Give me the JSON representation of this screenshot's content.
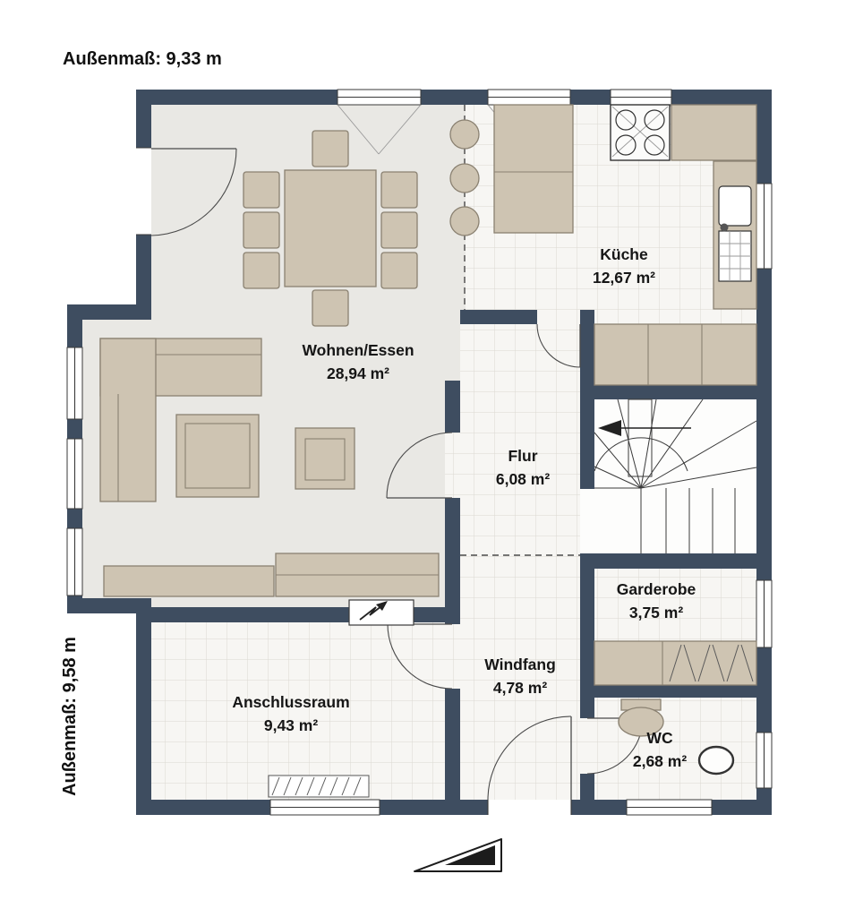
{
  "meta": {
    "dimension_top": "Außenmaß: 9,33 m",
    "dimension_left": "Außenmaß: 9,58 m"
  },
  "rooms": {
    "wohnen_essen": {
      "name": "Wohnen/Essen",
      "area": "28,94 m²"
    },
    "kueche": {
      "name": "Küche",
      "area": "12,67 m²"
    },
    "flur": {
      "name": "Flur",
      "area": "6,08 m²"
    },
    "garderobe": {
      "name": "Garderobe",
      "area": "3,75 m²"
    },
    "windfang": {
      "name": "Windfang",
      "area": "4,78 m²"
    },
    "anschlussraum": {
      "name": "Anschlussraum",
      "area": "9,43 m²"
    },
    "wc": {
      "name": "WC",
      "area": "2,68 m²"
    }
  },
  "colors": {
    "wall": "#3e4d60",
    "furniture": "#cec4b2",
    "furniture_outline": "#8a8171",
    "floor_living": "#e9e8e4",
    "floor_tile": "#f7f6f3",
    "tile_line": "#dbd8d2",
    "background": "#ffffff",
    "line": "#333333"
  }
}
